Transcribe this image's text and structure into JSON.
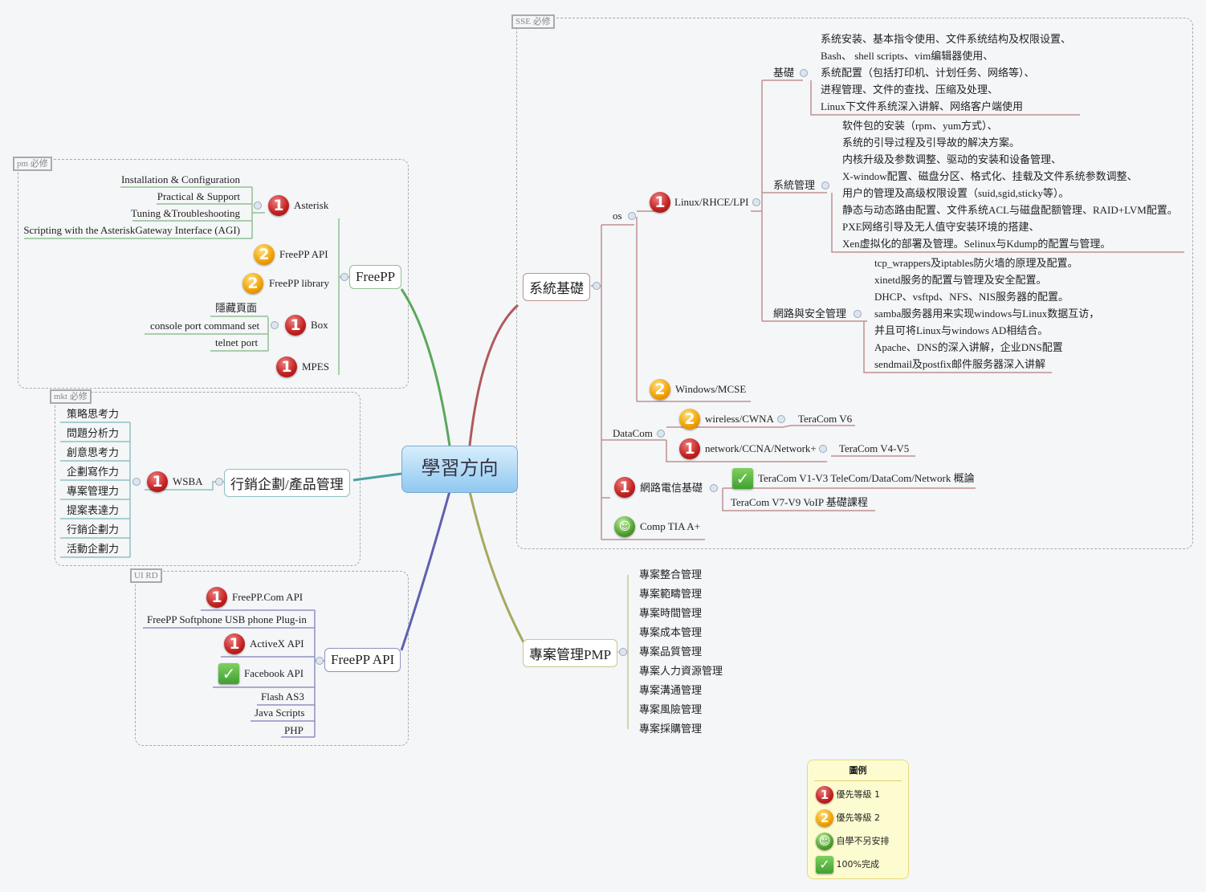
{
  "central": "學習方向",
  "boundaries": {
    "sse": "SSE 必修",
    "pm": "pm 必修",
    "mkt": "mkt 必修",
    "uird": "UI RD"
  },
  "sys": {
    "label": "系統基礎",
    "os": "os",
    "linux": "Linux/RHCE/LPI",
    "basic": "基礎",
    "basic_items": [
      "系统安装、基本指令使用、文件系统结构及权限设置、",
      "Bash、 shell scripts、vim编辑器使用、",
      "系统配置（包括打印机、计划任务、网络等）、",
      "进程管理、文件的查找、压缩及处理、",
      "Linux下文件系统深入讲解、网络客户端使用"
    ],
    "mgmt": "系統管理",
    "mgmt_items": [
      "软件包的安装（rpm、yum方式）、",
      "系统的引导过程及引导故的解决方案。",
      "内核升级及参数调整、驱动的安装和设备管理、",
      "X-window配置、磁盘分区、格式化、挂载及文件系统参数调整、",
      "用户的管理及高级权限设置（suid,sgid,sticky等）。",
      "静态与动态路由配置、文件系统ACL与磁盘配额管理、RAID+LVM配置。",
      "PXE网络引导及无人值守安装环境的搭建、",
      "Xen虚拟化的部署及管理。Selinux与Kdump的配置与管理。"
    ],
    "net": "網路與安全管理",
    "net_items": [
      "tcp_wrappers及iptables防火墙的原理及配置。",
      "xinetd服务的配置与管理及安全配置。",
      "DHCP、vsftpd、NFS、NIS服务器的配置。",
      "samba服务器用来实现windows与Linux数据互访，",
      "并且可将Linux与windows AD相结合。",
      "Apache、DNS的深入讲解，企业DNS配置",
      "sendmail及postfix邮件服务器深入讲解"
    ],
    "windows": "Windows/MCSE",
    "datacom": "DataCom",
    "wireless": "wireless/CWNA",
    "teracom_v6": "TeraCom V6",
    "network": "network/CCNA/Network+",
    "teracom_v4": "TeraCom V4-V5",
    "telecom": "網路電信基礎",
    "teracom_v1": "TeraCom V1-V3 TeleCom/DataCom/Network 概論",
    "teracom_v7": "TeraCom V7-V9 VoIP 基礎課程",
    "comptia": "Comp TIA A+"
  },
  "pmp": {
    "label": "專案管理PMP",
    "items": [
      "專案整合管理",
      "專案範疇管理",
      "專案時間管理",
      "專案成本管理",
      "專案品質管理",
      "專案人力資源管理",
      "專案溝通管理",
      "專案風險管理",
      "專案採購管理"
    ]
  },
  "freepp": {
    "label": "FreePP",
    "asterisk": "Asterisk",
    "asterisk_items": [
      "Installation & Configuration",
      "Practical & Support",
      "Tuning &Troubleshooting",
      "Scripting with the AsteriskGateway Interface (AGI)"
    ],
    "api": "FreePP API",
    "library": "FreePP library",
    "box": "Box",
    "box_items": [
      "隱藏頁面",
      "console port command set",
      "telnet port"
    ],
    "mpes": "MPES"
  },
  "marketing": {
    "label": "行銷企劃/產品管理",
    "wsba": "WSBA",
    "items": [
      "策略思考力",
      "問題分析力",
      "創意思考力",
      "企劃寫作力",
      "專案管理力",
      "提案表達力",
      "行銷企劃力",
      "活動企劃力"
    ]
  },
  "api": {
    "label": "FreePP API",
    "items": [
      "FreePP.Com API",
      "FreePP Softphone USB phone Plug-in",
      "ActiveX API",
      "Facebook API",
      "Flash AS3",
      "Java Scripts",
      "PHP"
    ]
  },
  "legend": {
    "title": "圖例",
    "items": [
      {
        "icon": "priority-1",
        "label": "優先等級 1"
      },
      {
        "icon": "priority-2",
        "label": "優先等級 2"
      },
      {
        "icon": "smiley",
        "label": "自學不另安排"
      },
      {
        "icon": "check",
        "label": "100%完成"
      }
    ]
  },
  "icons": {
    "p1": "1",
    "p2": "2",
    "smile": "☺",
    "check": "✓"
  },
  "colors": {
    "sys": "#b05a5a",
    "pmp": "#a8a860",
    "freepp": "#5aa85a",
    "api": "#6060b0",
    "mkt": "#4aa0a0",
    "central": "#a8d4f4"
  }
}
